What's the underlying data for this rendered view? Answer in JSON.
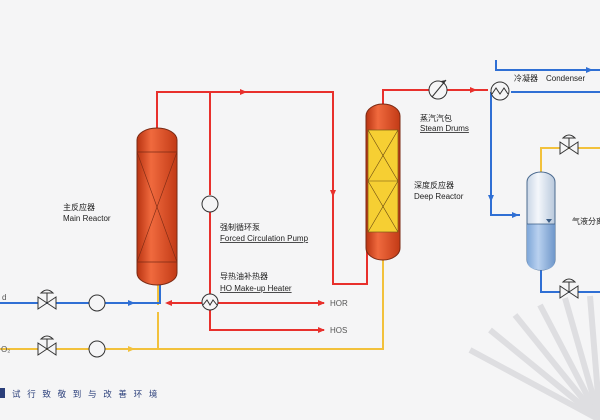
{
  "main_reactor": {
    "cn": "主反应器",
    "en": "Main Reactor"
  },
  "pump": {
    "cn": "强制循环泵",
    "en": "Forced Circulation Pump"
  },
  "heater": {
    "cn": "导热油补热器",
    "en": "HO Make-up Heater"
  },
  "steam_drums": {
    "cn": "蒸汽汽包",
    "en": "Steam Drums"
  },
  "deep_reactor": {
    "cn": "深度反应器",
    "en": "Deep Reactor"
  },
  "condenser": {
    "cn": "冷凝器",
    "en": "Condenser"
  },
  "separator": {
    "cn": "气液分离"
  },
  "streams": {
    "hor": "HOR",
    "hos": "HOS",
    "feed1": "d",
    "feed2": "O₂"
  },
  "footer": {
    "slogan": "试 行 致 敬 到 与 改 善 环 境"
  },
  "colors": {
    "hot": "#e8302c",
    "cold": "#2f6fd4",
    "yellow": "#f2c13c",
    "vessel": "#d0461d",
    "catalyst": "#f6cf33"
  }
}
